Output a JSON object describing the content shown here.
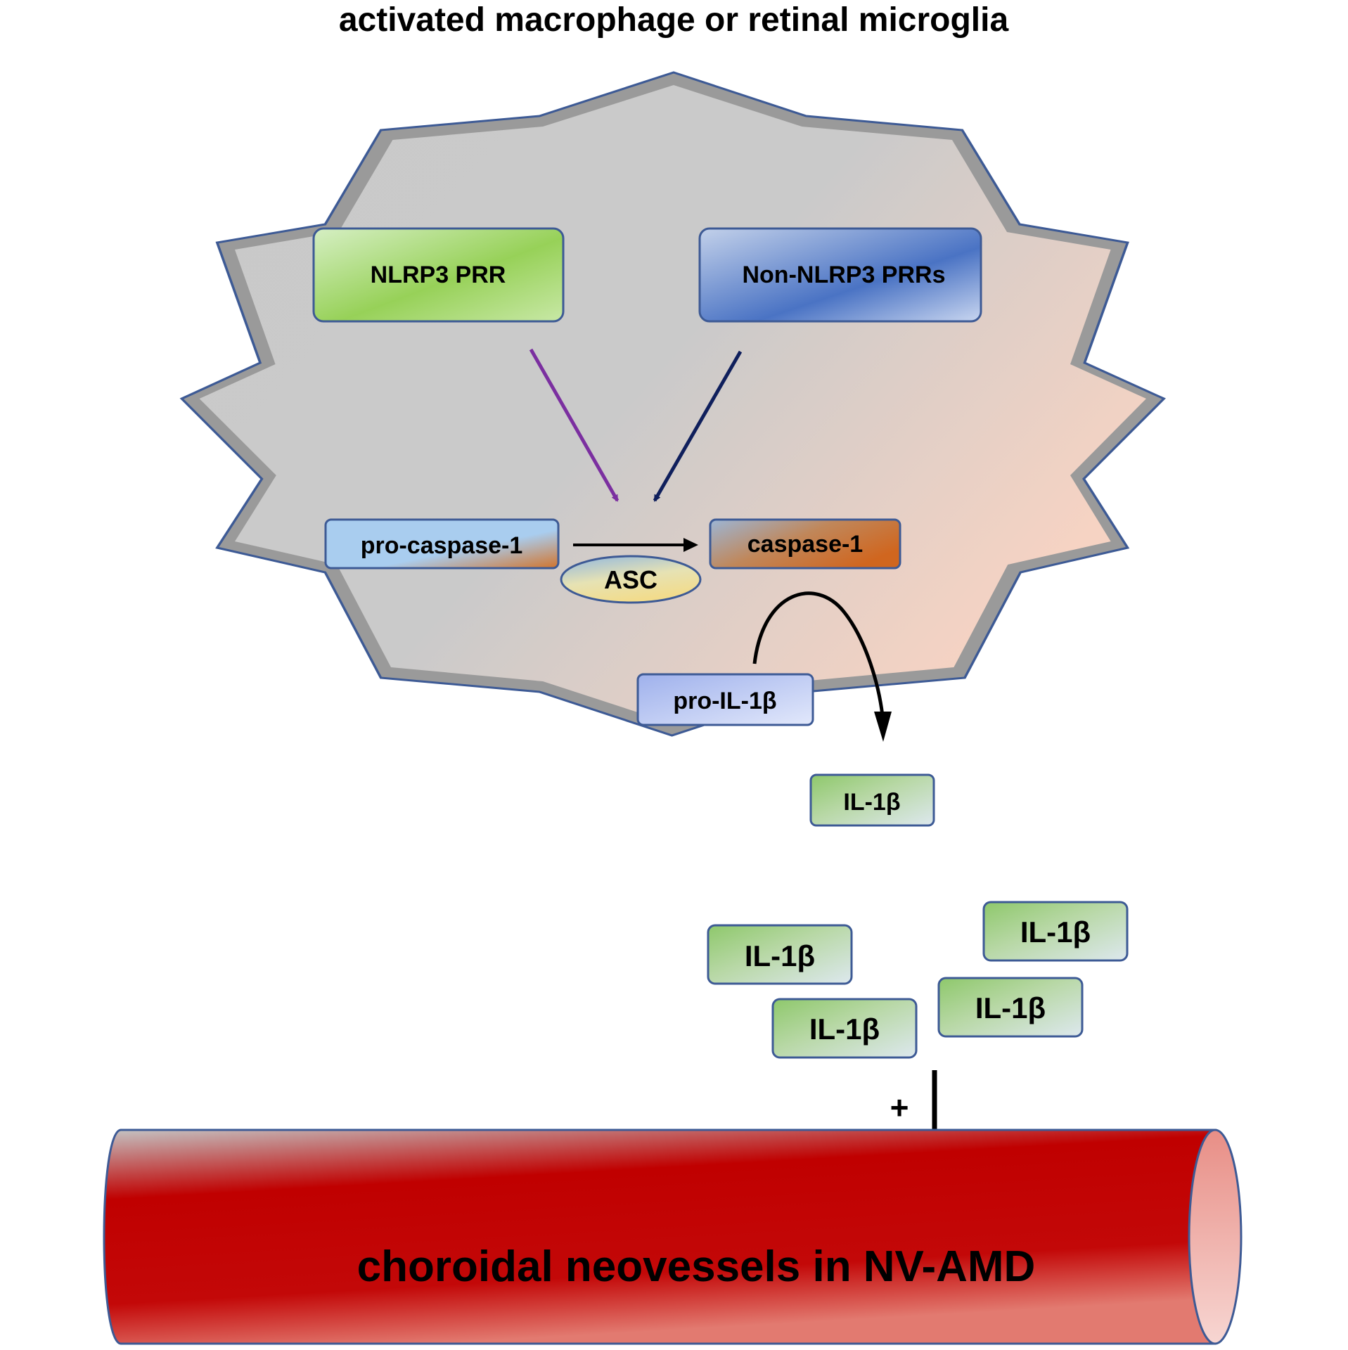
{
  "title": "activated macrophage or retinal microglia",
  "cell_label": "",
  "nodes": {
    "nlrp3": "NLRP3 PRR",
    "non_nlrp3": "Non-NLRP3 PRRs",
    "pro_caspase": "pro-caspase-1",
    "caspase": "caspase-1",
    "asc": "ASC",
    "pro_il1b": "pro-IL-1β",
    "il1b_inside": "IL-1β",
    "il1b_out": [
      "IL-1β",
      "IL-1β",
      "IL-1β",
      "IL-1β"
    ]
  },
  "plus_sign": "+",
  "vessel_label": "choroidal neovessels in NV-AMD",
  "colors": {
    "cell_fill": "#c8c8c8",
    "cell_border": "#3d5a95",
    "nlrp3_arrow": "#7b2fa0",
    "non_nlrp3_arrow": "#0f1f5c",
    "vessel_red": "#c00000"
  }
}
